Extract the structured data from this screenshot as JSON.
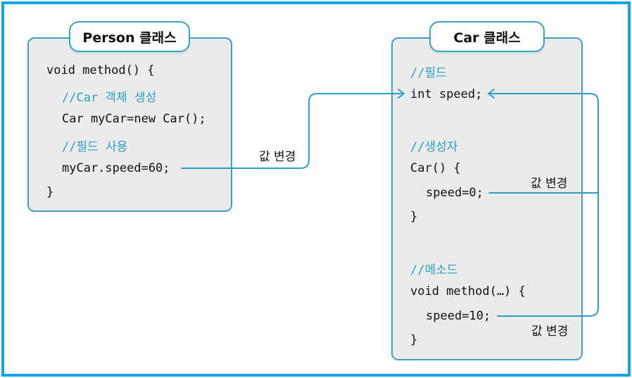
{
  "person_class": {
    "title": "Person 클래스",
    "lines": {
      "method_open": "void method() {",
      "comment_create": "//Car 객체 생성",
      "create": "Car myCar=new Car();",
      "comment_use": "//필드 사용",
      "assign": "myCar.speed=60;",
      "close": "}"
    }
  },
  "car_class": {
    "title": "Car 클래스",
    "lines": {
      "comment_field": "//필드",
      "field": "int speed;",
      "comment_ctor": "//생성자",
      "ctor_open": "Car() {",
      "ctor_assign": "speed=0;",
      "ctor_close": "}",
      "comment_method": "//메소드",
      "method_open": "void method(…) {",
      "method_assign": "speed=10;",
      "method_close": "}"
    }
  },
  "labels": {
    "external_change": "값 변경",
    "ctor_change": "값 변경",
    "method_change": "값 변경"
  },
  "colors": {
    "frame": "#0ea5e6",
    "panel_border": "#3ea0bf",
    "arrow": "#2aa0c7",
    "comment": "#2aa0c7",
    "panel_fill": "#ebebeb"
  }
}
